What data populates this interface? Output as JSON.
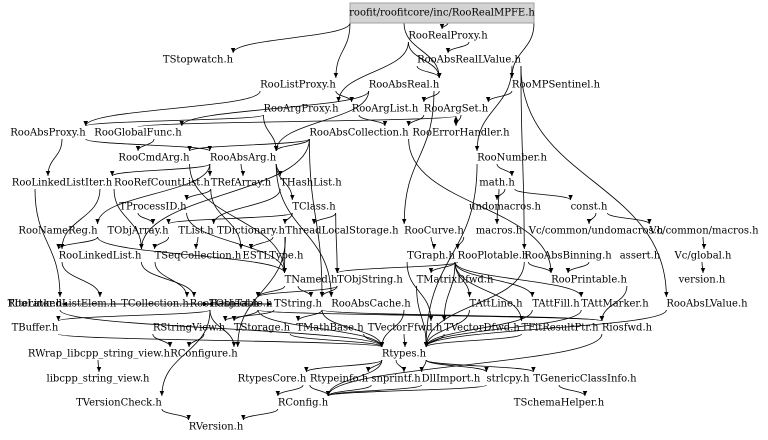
{
  "root": "roofit/roofitcore/inc/RooRealMPFE.h",
  "nodes": [
    {
      "id": "RooRealProxy.h",
      "label": "RooRealProxy.h"
    },
    {
      "id": "TStopwatch.h",
      "label": "TStopwatch.h"
    },
    {
      "id": "RooAbsRealLValue.h",
      "label": "RooAbsRealLValue.h"
    },
    {
      "id": "RooListProxy.h",
      "label": "RooListProxy.h"
    },
    {
      "id": "RooAbsReal.h",
      "label": "RooAbsReal.h"
    },
    {
      "id": "RooMPSentinel.h",
      "label": "RooMPSentinel.h"
    },
    {
      "id": "RooArgProxy.h",
      "label": "RooArgProxy.h"
    },
    {
      "id": "RooArgList.h",
      "label": "RooArgList.h"
    },
    {
      "id": "RooArgSet.h",
      "label": "RooArgSet.h"
    },
    {
      "id": "RooAbsProxy.h",
      "label": "RooAbsProxy.h"
    },
    {
      "id": "RooGlobalFunc.h",
      "label": "RooGlobalFunc.h"
    },
    {
      "id": "RooAbsCollection.h",
      "label": "RooAbsCollection.h"
    },
    {
      "id": "RooErrorHandler.h",
      "label": "RooErrorHandler.h"
    },
    {
      "id": "RooCmdArg.h",
      "label": "RooCmdArg.h"
    },
    {
      "id": "RooAbsArg.h",
      "label": "RooAbsArg.h"
    },
    {
      "id": "RooNumber.h",
      "label": "RooNumber.h"
    },
    {
      "id": "RooLinkedListIter.h",
      "label": "RooLinkedListIter.h"
    },
    {
      "id": "RooRefCountList.h",
      "label": "RooRefCountList.h"
    },
    {
      "id": "TRefArray.h",
      "label": "TRefArray.h"
    },
    {
      "id": "THashList.h",
      "label": "THashList.h"
    },
    {
      "id": "math.h",
      "label": "math.h"
    },
    {
      "id": "TProcessID.h",
      "label": "TProcessID.h"
    },
    {
      "id": "undomacros.h",
      "label": "undomacros.h"
    },
    {
      "id": "const.h",
      "label": "const.h"
    },
    {
      "id": "TClass.h",
      "label": "TClass.h"
    },
    {
      "id": "RooNameReg.h",
      "label": "RooNameReg.h"
    },
    {
      "id": "TObjArray.h",
      "label": "TObjArray.h"
    },
    {
      "id": "TList.h",
      "label": "TList.h"
    },
    {
      "id": "TDictionary.h",
      "label": "TDictionary.h"
    },
    {
      "id": "ThreadLocalStorage.h",
      "label": "ThreadLocalStorage.h"
    },
    {
      "id": "RooCurve.h",
      "label": "RooCurve.h"
    },
    {
      "id": "macros.h",
      "label": "macros.h"
    },
    {
      "id": "Vc/common/undomacros.h",
      "label": "Vc/common/undomacros.h"
    },
    {
      "id": "Vc/common/macros.h",
      "label": "Vc/common/macros.h"
    },
    {
      "id": "RooLinkedList.h",
      "label": "RooLinkedList.h"
    },
    {
      "id": "TSeqCollection.h",
      "label": "TSeqCollection.h"
    },
    {
      "id": "ESTLType.h",
      "label": "ESTLType.h"
    },
    {
      "id": "TGraph.h",
      "label": "TGraph.h"
    },
    {
      "id": "RooPlotable.h",
      "label": "RooPlotable.h"
    },
    {
      "id": "RooAbsBinning.h",
      "label": "RooAbsBinning.h"
    },
    {
      "id": "assert.h",
      "label": "assert.h"
    },
    {
      "id": "Vc/global.h",
      "label": "Vc/global.h"
    },
    {
      "id": "TNamed.h",
      "label": "TNamed.h"
    },
    {
      "id": "TObjString.h",
      "label": "TObjString.h"
    },
    {
      "id": "TMatrixDfwd.h",
      "label": "TMatrixDfwd.h"
    },
    {
      "id": "RooPrintable.h",
      "label": "RooPrintable.h"
    },
    {
      "id": "version.h",
      "label": "version.h"
    },
    {
      "id": "RooLinkedListElem.h",
      "label": "RooLinkedListElem.h"
    },
    {
      "id": "TCollection.h",
      "label": "TCollection.h"
    },
    {
      "id": "RooHashTable.h",
      "label": "RooHashTable.h"
    },
    {
      "id": "RooAbsLValue.h",
      "label": "RooAbsLValue.h"
    },
    {
      "id": "TIterator.h",
      "label": "TIterator.h"
    },
    {
      "id": "TObject.h",
      "label": "TObject.h"
    },
    {
      "id": "TString.h",
      "label": "TString.h"
    },
    {
      "id": "RooAbsCache.h",
      "label": "RooAbsCache.h"
    },
    {
      "id": "TAttLine.h",
      "label": "TAttLine.h"
    },
    {
      "id": "TAttFill.h",
      "label": "TAttFill.h"
    },
    {
      "id": "TAttMarker.h",
      "label": "TAttMarker.h"
    },
    {
      "id": "TBuffer.h",
      "label": "TBuffer.h"
    },
    {
      "id": "RStringView.h",
      "label": "RStringView.h"
    },
    {
      "id": "TStorage.h",
      "label": "TStorage.h"
    },
    {
      "id": "TMathBase.h",
      "label": "TMathBase.h"
    },
    {
      "id": "TVectorFfwd.h",
      "label": "TVectorFfwd.h"
    },
    {
      "id": "TVectorDfwd.h",
      "label": "TVectorDfwd.h"
    },
    {
      "id": "TFitResultPtr.h",
      "label": "TFitResultPtr.h"
    },
    {
      "id": "Riosfwd.h",
      "label": "Riosfwd.h"
    },
    {
      "id": "RWrap_libcpp_string_view.h",
      "label": "RWrap_libcpp_string_view.h"
    },
    {
      "id": "RConfigure.h",
      "label": "RConfigure.h"
    },
    {
      "id": "Rtypes.h",
      "label": "Rtypes.h"
    },
    {
      "id": "libcpp_string_view.h",
      "label": "libcpp_string_view.h"
    },
    {
      "id": "RtypesCore.h",
      "label": "RtypesCore.h"
    },
    {
      "id": "Rtypeinfo.h",
      "label": "Rtypeinfo.h"
    },
    {
      "id": "snprintf.h",
      "label": "snprintf.h"
    },
    {
      "id": "DllImport.h",
      "label": "DllImport.h"
    },
    {
      "id": "strlcpy.h",
      "label": "strlcpy.h"
    },
    {
      "id": "TGenericClassInfo.h",
      "label": "TGenericClassInfo.h"
    },
    {
      "id": "TVersionCheck.h",
      "label": "TVersionCheck.h"
    },
    {
      "id": "RConfig.h",
      "label": "RConfig.h"
    },
    {
      "id": "TSchemaHelper.h",
      "label": "TSchemaHelper.h"
    },
    {
      "id": "RVersion.h",
      "label": "RVersion.h"
    }
  ],
  "edges": [
    [
      "roofit/roofitcore/inc/RooRealMPFE.h",
      "RooRealProxy.h"
    ],
    [
      "roofit/roofitcore/inc/RooRealMPFE.h",
      "TStopwatch.h"
    ],
    [
      "roofit/roofitcore/inc/RooRealMPFE.h",
      "RooMPSentinel.h"
    ],
    [
      "roofit/roofitcore/inc/RooRealMPFE.h",
      "RooListProxy.h"
    ],
    [
      "roofit/roofitcore/inc/RooRealMPFE.h",
      "RooAbsReal.h"
    ],
    [
      "RooRealProxy.h",
      "RooAbsRealLValue.h"
    ],
    [
      "RooRealProxy.h",
      "RooAbsReal.h"
    ],
    [
      "RooRealProxy.h",
      "RooArgProxy.h"
    ],
    [
      "RooAbsRealLValue.h",
      "RooAbsReal.h"
    ],
    [
      "RooAbsRealLValue.h",
      "RooNumber.h"
    ],
    [
      "RooAbsRealLValue.h",
      "RooAbsLValue.h"
    ],
    [
      "RooAbsRealLValue.h",
      "RooAbsBinning.h"
    ],
    [
      "RooListProxy.h",
      "RooArgList.h"
    ],
    [
      "RooListProxy.h",
      "RooAbsProxy.h"
    ],
    [
      "RooAbsReal.h",
      "RooArgSet.h"
    ],
    [
      "RooAbsReal.h",
      "RooAbsArg.h"
    ],
    [
      "RooAbsReal.h",
      "RooGlobalFunc.h"
    ],
    [
      "RooAbsReal.h",
      "RooCurve.h"
    ],
    [
      "RooMPSentinel.h",
      "RooArgSet.h"
    ],
    [
      "RooArgProxy.h",
      "RooAbsProxy.h"
    ],
    [
      "RooArgProxy.h",
      "RooAbsArg.h"
    ],
    [
      "RooArgList.h",
      "RooAbsCollection.h"
    ],
    [
      "RooArgSet.h",
      "RooAbsCollection.h"
    ],
    [
      "RooArgSet.h",
      "RooErrorHandler.h"
    ],
    [
      "RooAbsProxy.h",
      "RooAbsArg.h"
    ],
    [
      "RooAbsProxy.h",
      "RooLinkedListIter.h"
    ],
    [
      "RooGlobalFunc.h",
      "RooCmdArg.h"
    ],
    [
      "RooGlobalFunc.h",
      "RooArgSet.h"
    ],
    [
      "RooAbsCollection.h",
      "RooAbsArg.h"
    ],
    [
      "RooAbsCollection.h",
      "RooCmdArg.h"
    ],
    [
      "RooAbsCollection.h",
      "RooLinkedList.h"
    ],
    [
      "RooAbsCollection.h",
      "TString.h"
    ],
    [
      "RooAbsCollection.h",
      "RooPrintable.h"
    ],
    [
      "RooCmdArg.h",
      "TNamed.h"
    ],
    [
      "RooAbsArg.h",
      "RooRefCountList.h"
    ],
    [
      "RooAbsArg.h",
      "TRefArray.h"
    ],
    [
      "RooAbsArg.h",
      "THashList.h"
    ],
    [
      "RooAbsArg.h",
      "TClass.h"
    ],
    [
      "RooAbsArg.h",
      "RooNameReg.h"
    ],
    [
      "RooAbsArg.h",
      "RooAbsCache.h"
    ],
    [
      "RooAbsArg.h",
      "RooLinkedListIter.h"
    ],
    [
      "RooNumber.h",
      "math.h"
    ],
    [
      "RooNumber.h",
      "Rtypes.h"
    ],
    [
      "RooLinkedListIter.h",
      "TIterator.h"
    ],
    [
      "RooLinkedListIter.h",
      "RooLinkedList.h"
    ],
    [
      "RooRefCountList.h",
      "RooLinkedList.h"
    ],
    [
      "TRefArray.h",
      "TProcessID.h"
    ],
    [
      "TRefArray.h",
      "TSeqCollection.h"
    ],
    [
      "THashList.h",
      "TList.h"
    ],
    [
      "math.h",
      "undomacros.h"
    ],
    [
      "math.h",
      "const.h"
    ],
    [
      "math.h",
      "macros.h"
    ],
    [
      "TProcessID.h",
      "TObjArray.h"
    ],
    [
      "TProcessID.h",
      "TNamed.h"
    ],
    [
      "const.h",
      "Vc/common/macros.h"
    ],
    [
      "const.h",
      "Vc/common/undomacros.h"
    ],
    [
      "TClass.h",
      "TDictionary.h"
    ],
    [
      "TClass.h",
      "ThreadLocalStorage.h"
    ],
    [
      "TClass.h",
      "TObjArray.h"
    ],
    [
      "TClass.h",
      "TObjString.h"
    ],
    [
      "RooNameReg.h",
      "TNamed.h"
    ],
    [
      "RooNameReg.h",
      "RooLinkedList.h"
    ],
    [
      "TObjArray.h",
      "TSeqCollection.h"
    ],
    [
      "TList.h",
      "TSeqCollection.h"
    ],
    [
      "TDictionary.h",
      "ESTLType.h"
    ],
    [
      "TDictionary.h",
      "TNamed.h"
    ],
    [
      "ThreadLocalStorage.h",
      "RConfigure.h"
    ],
    [
      "RooCurve.h",
      "TGraph.h"
    ],
    [
      "RooCurve.h",
      "RooPlotable.h"
    ],
    [
      "Vc/common/macros.h",
      "Vc/global.h"
    ],
    [
      "RooLinkedList.h",
      "RooHashTable.h"
    ],
    [
      "RooLinkedList.h",
      "RooLinkedListElem.h"
    ],
    [
      "TSeqCollection.h",
      "TCollection.h"
    ],
    [
      "TGraph.h",
      "TAttLine.h"
    ],
    [
      "TGraph.h",
      "TAttFill.h"
    ],
    [
      "TGraph.h",
      "TAttMarker.h"
    ],
    [
      "TGraph.h",
      "TVectorFfwd.h"
    ],
    [
      "TGraph.h",
      "TVectorDfwd.h"
    ],
    [
      "TGraph.h",
      "TFitResultPtr.h"
    ],
    [
      "TGraph.h",
      "TMatrixDfwd.h"
    ],
    [
      "RooPlotable.h",
      "RooPrintable.h"
    ],
    [
      "RooPlotable.h",
      "TNamed.h"
    ],
    [
      "RooAbsBinning.h",
      "RooPrintable.h"
    ],
    [
      "RooAbsBinning.h",
      "Rtypes.h"
    ],
    [
      "Vc/global.h",
      "version.h"
    ],
    [
      "TNamed.h",
      "TObject.h"
    ],
    [
      "TNamed.h",
      "TString.h"
    ],
    [
      "TObjString.h",
      "TObject.h"
    ],
    [
      "TObjString.h",
      "TString.h"
    ],
    [
      "TMatrixDfwd.h",
      "Rtypes.h"
    ],
    [
      "RooPrintable.h",
      "Riosfwd.h"
    ],
    [
      "RooLinkedListElem.h",
      "TObject.h"
    ],
    [
      "TCollection.h",
      "TObject.h"
    ],
    [
      "TCollection.h",
      "TIterator.h"
    ],
    [
      "TCollection.h",
      "TString.h"
    ],
    [
      "RooHashTable.h",
      "TObject.h"
    ],
    [
      "RooAbsLValue.h",
      "Rtypes.h"
    ],
    [
      "TIterator.h",
      "Rtypes.h"
    ],
    [
      "TObject.h",
      "TBuffer.h"
    ],
    [
      "TObject.h",
      "TStorage.h"
    ],
    [
      "TObject.h",
      "Riosfwd.h"
    ],
    [
      "TObject.h",
      "RConfigure.h"
    ],
    [
      "TObject.h",
      "TVersionCheck.h"
    ],
    [
      "TObject.h",
      "Rtypes.h"
    ],
    [
      "TString.h",
      "TMathBase.h"
    ],
    [
      "TString.h",
      "RStringView.h"
    ],
    [
      "TString.h",
      "Riosfwd.h"
    ],
    [
      "TString.h",
      "Rtypes.h"
    ],
    [
      "RooAbsCache.h",
      "Rtypes.h"
    ],
    [
      "TAttLine.h",
      "Rtypes.h"
    ],
    [
      "TAttFill.h",
      "Rtypes.h"
    ],
    [
      "TAttMarker.h",
      "Rtypes.h"
    ],
    [
      "TBuffer.h",
      "Rtypes.h"
    ],
    [
      "RStringView.h",
      "RWrap_libcpp_string_view.h"
    ],
    [
      "RStringView.h",
      "RConfigure.h"
    ],
    [
      "TStorage.h",
      "Rtypes.h"
    ],
    [
      "TMathBase.h",
      "Rtypes.h"
    ],
    [
      "TVectorFfwd.h",
      "Rtypes.h"
    ],
    [
      "TVectorDfwd.h",
      "Rtypes.h"
    ],
    [
      "TFitResultPtr.h",
      "Rtypes.h"
    ],
    [
      "Riosfwd.h",
      "RConfig.h"
    ],
    [
      "RWrap_libcpp_string_view.h",
      "libcpp_string_view.h"
    ],
    [
      "Rtypes.h",
      "RtypesCore.h"
    ],
    [
      "Rtypes.h",
      "Rtypeinfo.h"
    ],
    [
      "Rtypes.h",
      "snprintf.h"
    ],
    [
      "Rtypes.h",
      "DllImport.h"
    ],
    [
      "Rtypes.h",
      "strlcpy.h"
    ],
    [
      "Rtypes.h",
      "TGenericClassInfo.h"
    ],
    [
      "Rtypes.h",
      "RConfig.h"
    ],
    [
      "RtypesCore.h",
      "RConfig.h"
    ],
    [
      "Rtypeinfo.h",
      "RConfig.h"
    ],
    [
      "snprintf.h",
      "RConfig.h"
    ],
    [
      "DllImport.h",
      "RConfig.h"
    ],
    [
      "strlcpy.h",
      "RConfig.h"
    ],
    [
      "TGenericClassInfo.h",
      "TSchemaHelper.h"
    ],
    [
      "TVersionCheck.h",
      "RVersion.h"
    ],
    [
      "RConfig.h",
      "RVersion.h"
    ]
  ]
}
